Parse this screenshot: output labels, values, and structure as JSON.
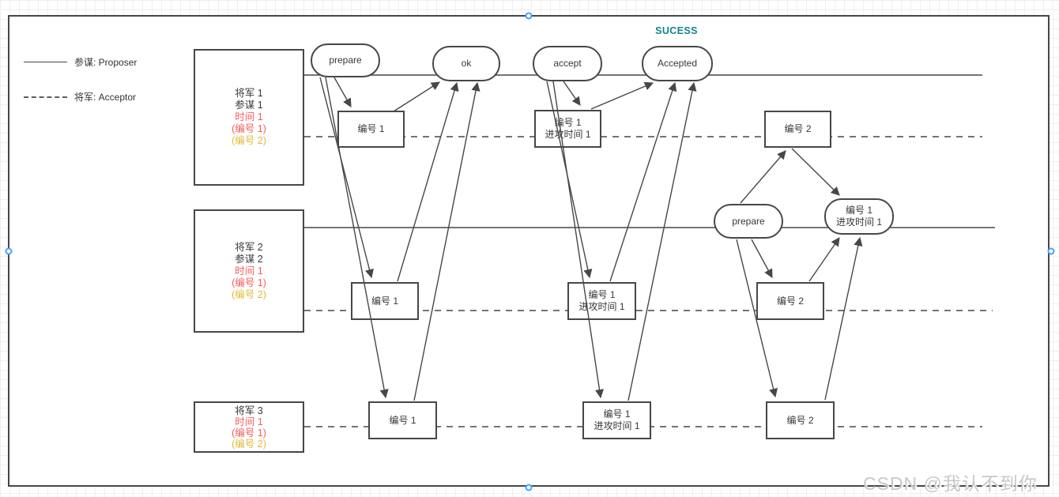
{
  "legend": {
    "proposer": {
      "label": "参谋: Proposer",
      "line_style": "solid"
    },
    "acceptor": {
      "label": "将军: Acceptor",
      "line_style": "dashed"
    }
  },
  "success_label": "SUCESS",
  "generals": [
    {
      "name": "general-1",
      "lines": [
        {
          "text": "将军 1",
          "color": "black"
        },
        {
          "text": "参谋 1",
          "color": "black"
        },
        {
          "text": "时间 1",
          "color": "red"
        },
        {
          "text": "(编号 1)",
          "color": "red"
        },
        {
          "text": "(编号 2)",
          "color": "yellow"
        }
      ]
    },
    {
      "name": "general-2",
      "lines": [
        {
          "text": "将军 2",
          "color": "black"
        },
        {
          "text": "参谋 2",
          "color": "black"
        },
        {
          "text": "时间 1",
          "color": "red"
        },
        {
          "text": "(编号 1)",
          "color": "red"
        },
        {
          "text": "(编号 2)",
          "color": "yellow"
        }
      ]
    },
    {
      "name": "general-3",
      "lines": [
        {
          "text": "将军 3",
          "color": "black"
        },
        {
          "text": "时间 1",
          "color": "red"
        },
        {
          "text": "(编号 1)",
          "color": "red"
        },
        {
          "text": "(编号 2)",
          "color": "yellow"
        }
      ]
    }
  ],
  "flow_nodes": {
    "prepare1": {
      "label": "prepare"
    },
    "ok": {
      "label": "ok"
    },
    "accept": {
      "label": "accept"
    },
    "accepted": {
      "label": "Accepted"
    },
    "prepare2": {
      "label": "prepare"
    },
    "accepted2": {
      "lines": [
        "编号 1",
        "进攻时间 1"
      ]
    }
  },
  "message_boxes": {
    "row1": [
      {
        "lines": [
          "编号 1"
        ]
      },
      {
        "lines": [
          "编号 1",
          "进攻时间 1"
        ]
      },
      {
        "lines": [
          "编号 2"
        ]
      }
    ],
    "row2": [
      {
        "lines": [
          "编号 1"
        ]
      },
      {
        "lines": [
          "编号 1",
          "进攻时间 1"
        ]
      },
      {
        "lines": [
          "编号 2"
        ]
      }
    ],
    "row3": [
      {
        "lines": [
          "编号 1"
        ]
      },
      {
        "lines": [
          "编号 1",
          "进攻时间 1"
        ]
      },
      {
        "lines": [
          "编号 2"
        ]
      }
    ]
  },
  "watermark": "CSDN @我认不到你",
  "colors": {
    "stroke": "#474747",
    "red_text": "#f45b5b",
    "yellow_text": "#e3b93c",
    "success_teal": "#12838f",
    "handle_blue": "#44a3f5",
    "watermark_gray": "#c5c5c5"
  }
}
